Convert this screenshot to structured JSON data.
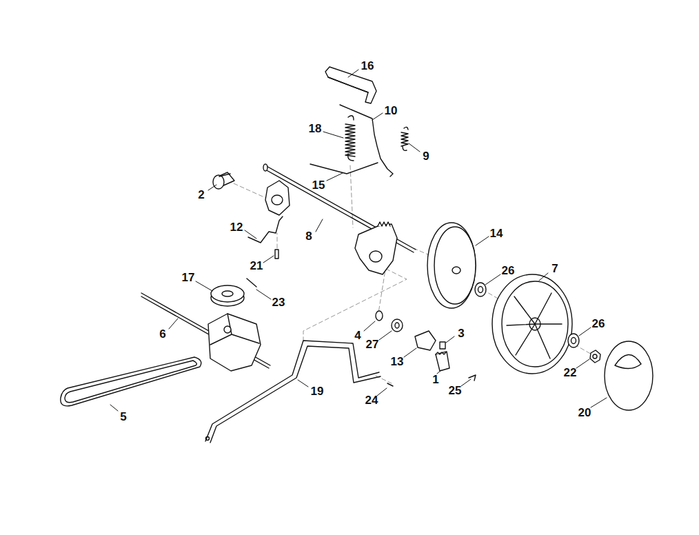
{
  "diagram": {
    "labels": [
      "16",
      "10",
      "18",
      "9",
      "15",
      "2",
      "12",
      "14",
      "8",
      "21",
      "7",
      "26",
      "17",
      "23",
      "26",
      "3",
      "6",
      "4",
      "27",
      "13",
      "22",
      "1",
      "25",
      "19",
      "24",
      "20",
      "5"
    ]
  }
}
